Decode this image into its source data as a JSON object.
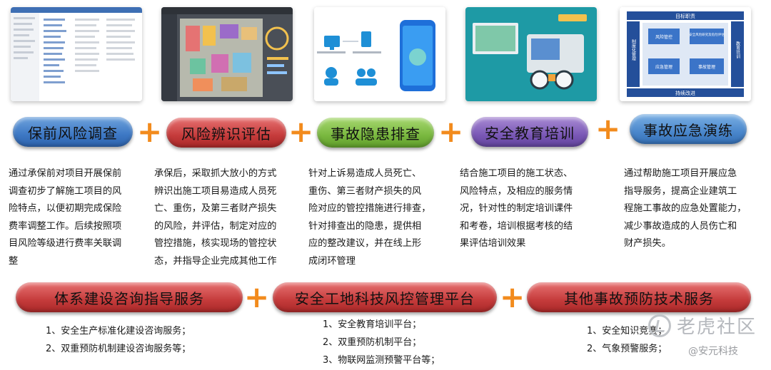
{
  "thumbnails": [
    {
      "name": "risk-survey-table-screenshot"
    },
    {
      "name": "site-plan-risk-map"
    },
    {
      "name": "hazard-inspection-app-flow"
    },
    {
      "name": "safety-training-device"
    },
    {
      "name": "emergency-drill-flowchart",
      "labels": [
        "目标职责",
        "制度化管理",
        "风险管控",
        "安全风险研究及危险评估",
        "应急管理",
        "事故管理",
        "教育培训",
        "持续改进"
      ]
    }
  ],
  "top_pills": [
    {
      "label": "保前风险调查",
      "color": "#3d78c4"
    },
    {
      "label": "风险辨识评估",
      "color": "#c53b3b"
    },
    {
      "label": "事故隐患排查",
      "color": "#79b83f"
    },
    {
      "label": "安全教育培训",
      "color": "#7a58b6"
    },
    {
      "label": "事故应急演练",
      "color": "#4a87cc"
    }
  ],
  "plus_symbol": "+",
  "descriptions": [
    [
      "通过承保前对项目开展保前",
      "调查初步了解施工项目的风",
      "险特点，以便初期完成保险",
      "费率调整工作。后续按照项",
      "目风险等级进行费率关联调",
      "整"
    ],
    [
      "承保后，采取抓大放小的方式",
      "辨识出施工项目易造成人员死",
      "亡、重伤，及第三者财产损失",
      "的风险，并评估，制定对应的",
      "管控措施，核实现场的管控状",
      "态，并指导企业完成其他工作"
    ],
    [
      "针对上诉易造成人员死亡、",
      "重伤、第三者财产损失的风",
      "险对应的管控措施进行排查，",
      "针对排查出的隐患，提供相",
      "应的整改建议，并在线上形",
      "成闭环管理"
    ],
    [
      "结合施工项目的施工状态、",
      "风险特点，及相应的服务情",
      "况，针对性的制定培训课件",
      "和考卷，培训根据考核的结",
      "果评估培训效果"
    ],
    [
      "通过帮助施工项目开展应急",
      "指导服务，提高企业建筑工",
      "程施工事故的应急处置能力，",
      "减少事故造成的人员伤亡和",
      "财产损失。"
    ]
  ],
  "bottom_pills": [
    {
      "label": "体系建设咨询指导服务",
      "color": "#c53b3b"
    },
    {
      "label": "安全工地科技风控管理平台",
      "color": "#c53b3b"
    },
    {
      "label": "其他事故预防技术服务",
      "color": "#c53b3b"
    }
  ],
  "bottom_lists": [
    [
      "1、安全生产标准化建设咨询服务；",
      "2、双重预防机制建设咨询服务等；"
    ],
    [
      "1、安全教育培训平台；",
      "2、双重预防机制平台；",
      "3、物联网监测预警平台等；"
    ],
    [
      "1、安全知识竞赛；",
      "2、气象预警服务；"
    ]
  ],
  "watermark": {
    "main": "老虎社区",
    "sub": "@安元科技"
  }
}
